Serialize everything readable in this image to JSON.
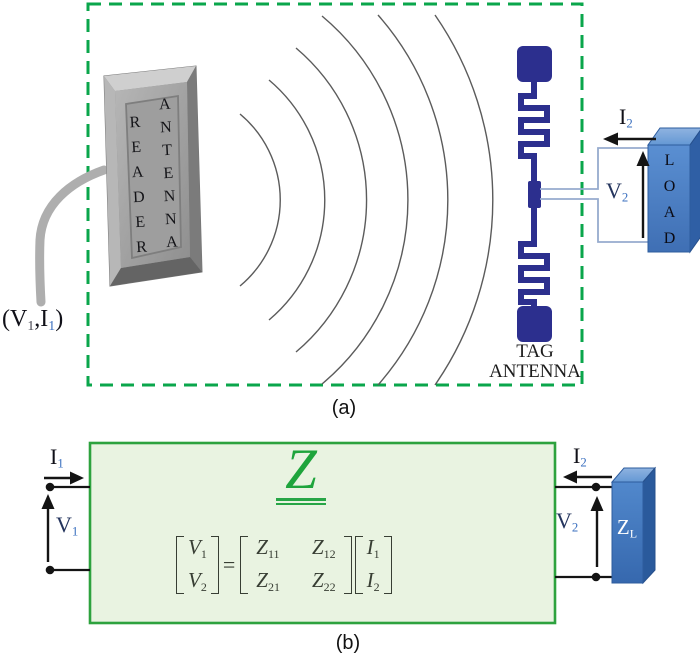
{
  "colors": {
    "dash_green": "#0aa64b",
    "box_border_green": "#2da23e",
    "box_fill_green": "#e9f3e1",
    "z_green": "#1ea43c",
    "tag_navy": "#2c2f8e",
    "wire_blue": "#96abce",
    "load_blue_front": "#4a80c4",
    "subscript_blue": "#3a6fbf"
  },
  "panel_a": {
    "caption": "(a)",
    "reader_antenna": {
      "col1": "READER",
      "col2": "ANTENNA"
    },
    "port_label": {
      "open": "(V",
      "sub1": "1",
      "mid": ",I",
      "sub2": "1",
      "close": ")"
    },
    "load_label": "LOAD",
    "current2": {
      "base": "I",
      "sub": "2"
    },
    "voltage2": {
      "base": "V",
      "sub": "2"
    },
    "tag_label": {
      "line1": "TAG",
      "line2": "ANTENNA"
    }
  },
  "panel_b": {
    "caption": "(b)",
    "network_symbol": "Z",
    "current1": {
      "base": "I",
      "sub": "1"
    },
    "voltage1": {
      "base": "V",
      "sub": "1"
    },
    "current2": {
      "base": "I",
      "sub": "2"
    },
    "voltage2": {
      "base": "V",
      "sub": "2"
    },
    "load_impedance": {
      "base": "Z",
      "sub": "L"
    },
    "equation": {
      "v_vector": [
        {
          "base": "V",
          "sub": "1"
        },
        {
          "base": "V",
          "sub": "2"
        }
      ],
      "equals": "=",
      "z_matrix": [
        [
          {
            "base": "Z",
            "sub": "11"
          },
          {
            "base": "Z",
            "sub": "12"
          }
        ],
        [
          {
            "base": "Z",
            "sub": "21"
          },
          {
            "base": "Z",
            "sub": "22"
          }
        ]
      ],
      "i_vector": [
        {
          "base": "I",
          "sub": "1"
        },
        {
          "base": "I",
          "sub": "2"
        }
      ]
    }
  }
}
